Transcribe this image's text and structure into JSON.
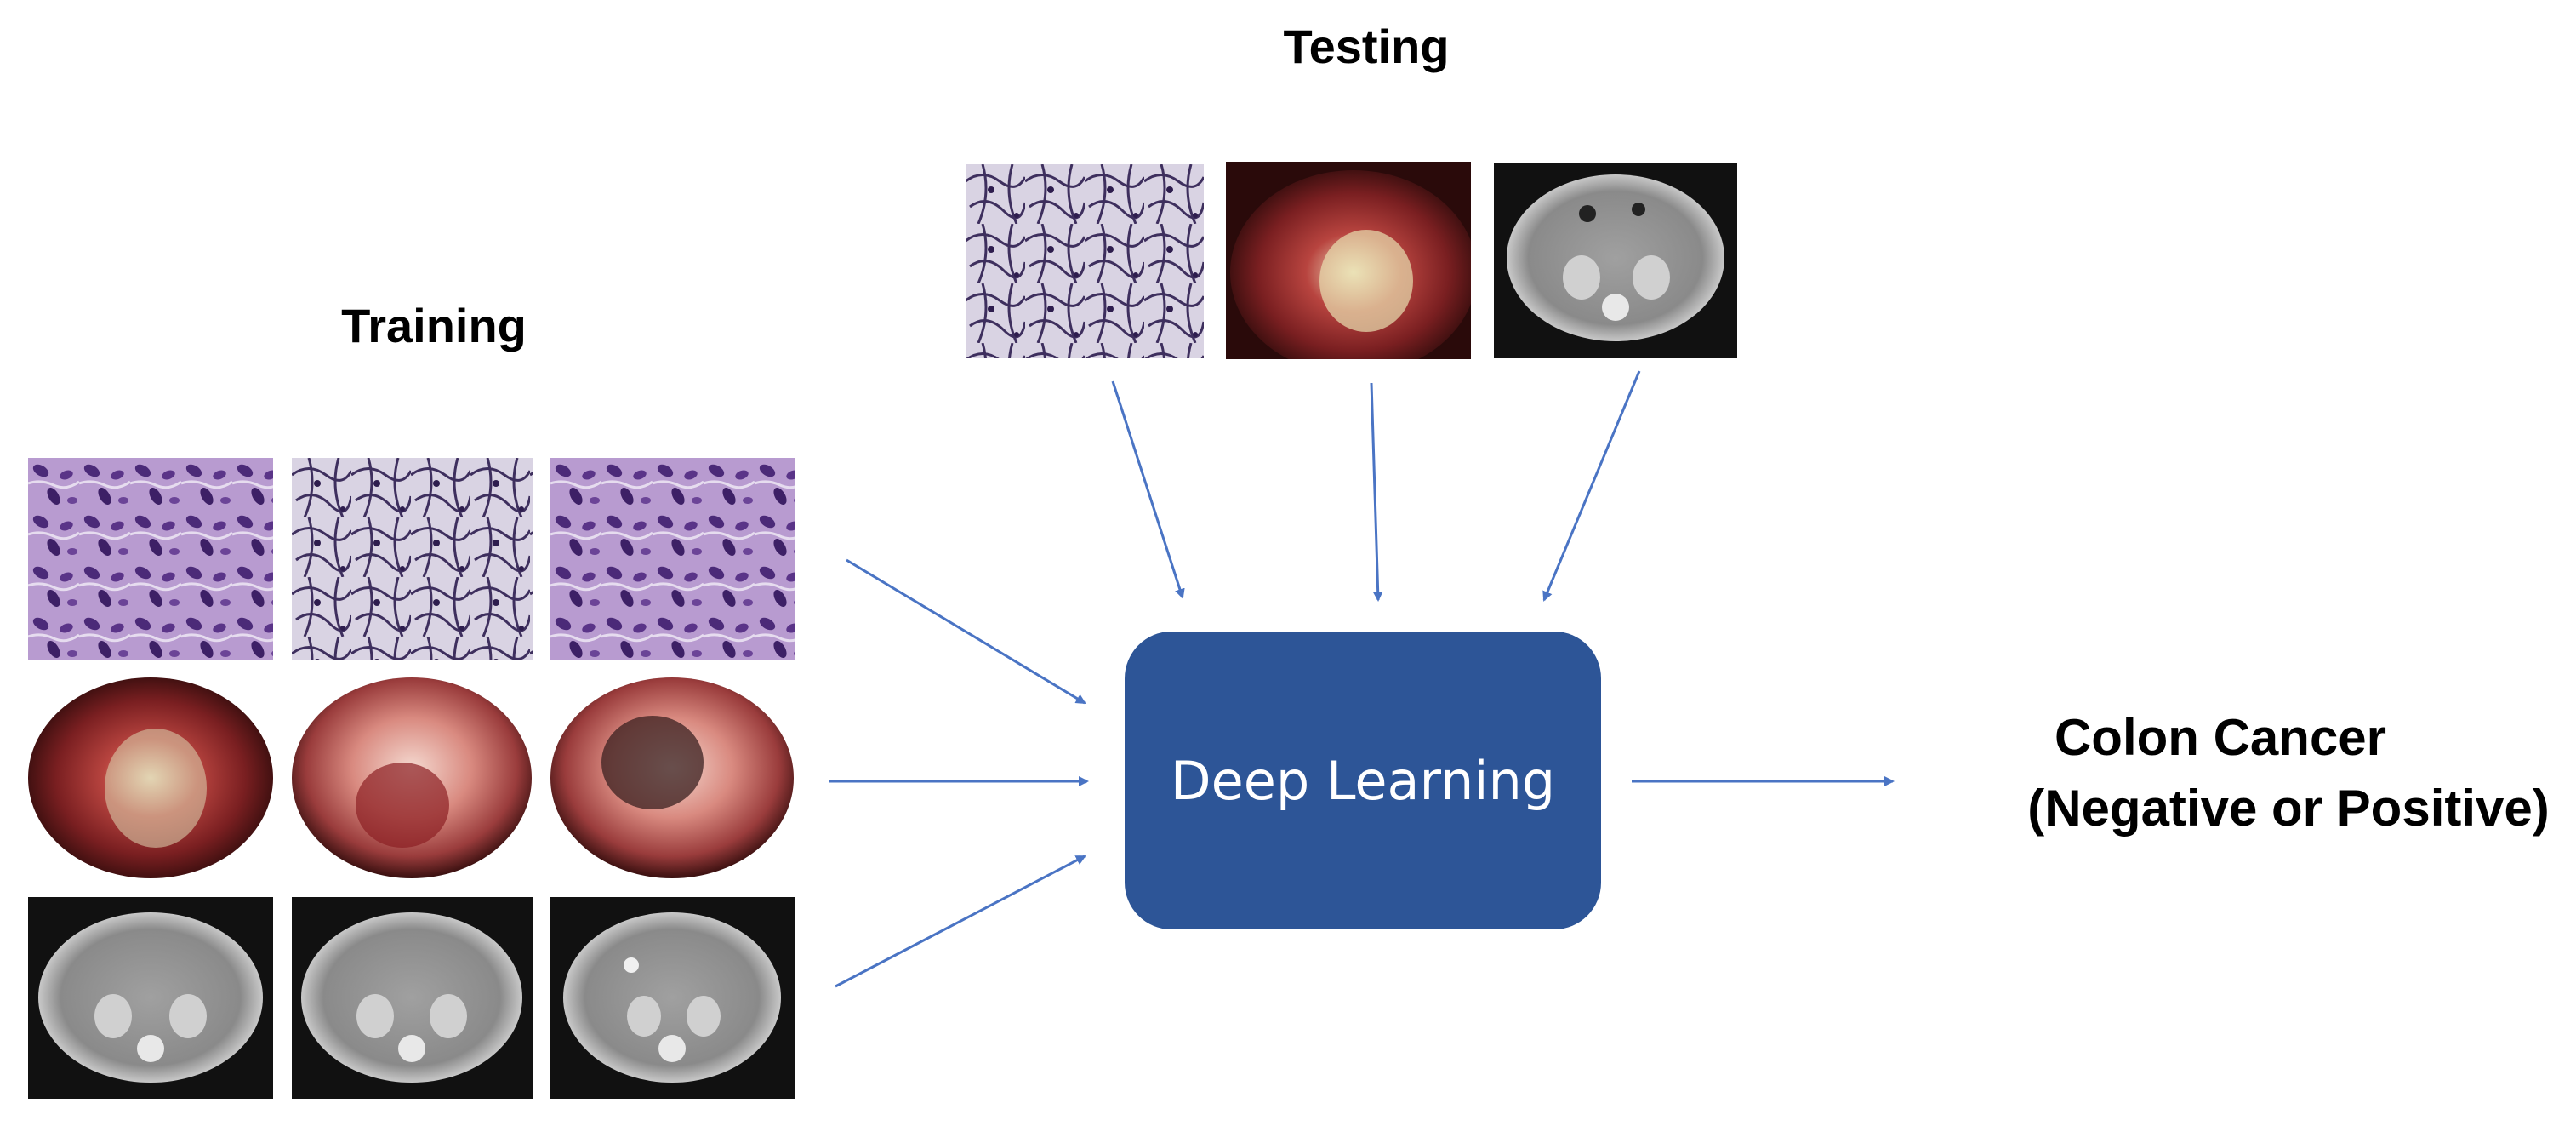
{
  "testing_label": "Testing",
  "training_label": "Training",
  "model_label": "Deep Learning",
  "output_line1": "Colon Cancer",
  "output_line2": "(Negative or Positive)",
  "colors": {
    "box": "#2d5597",
    "arrow": "#4a74c4"
  },
  "image_kinds": {
    "histology": "histology-image",
    "endoscopy": "endoscopy-image",
    "ct": "ct-scan-image"
  }
}
